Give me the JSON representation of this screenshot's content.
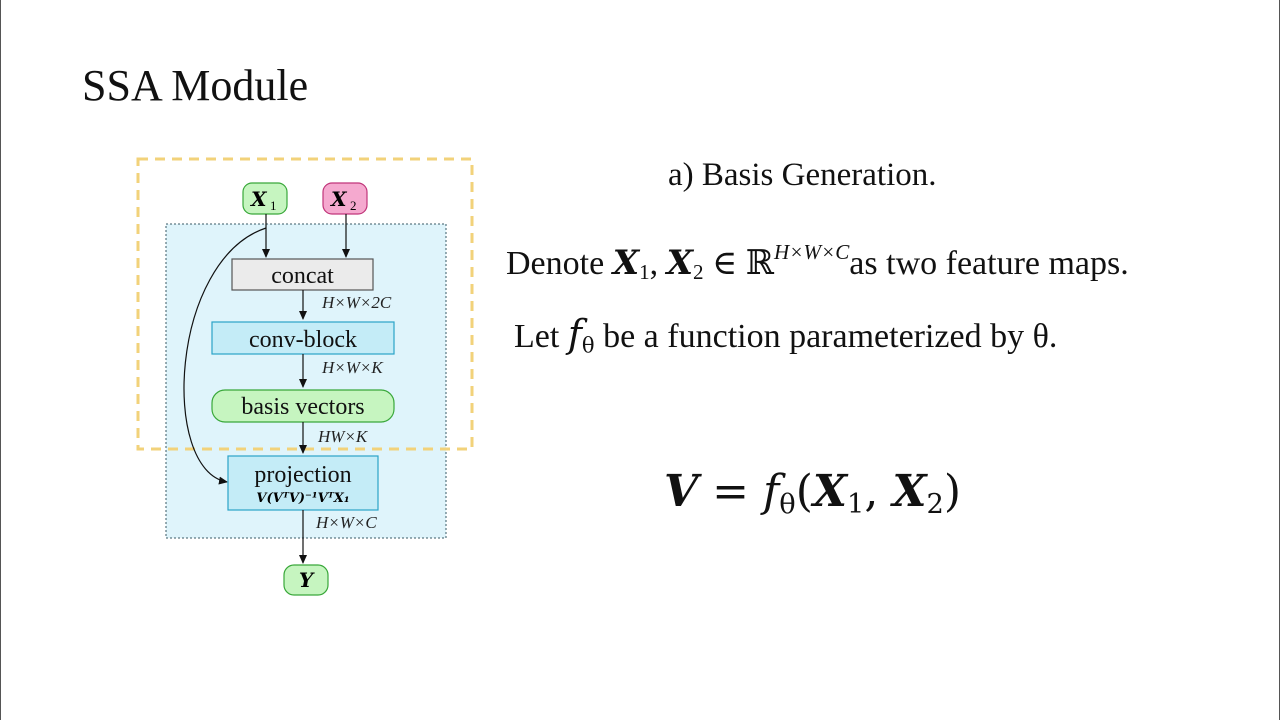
{
  "slide": {
    "title": "SSA Module",
    "section_heading": "a) Basis Generation.",
    "line1": {
      "prefix": "Denote ",
      "var_a": "X",
      "sub_a": "1",
      "comma": ", ",
      "var_b": "X",
      "sub_b": "2",
      "in_symbol": " ∈ ",
      "reals": "ℝ",
      "dims": "H×W×C",
      "suffix": "as two feature maps."
    },
    "line2": {
      "prefix": "Let ",
      "func": "f",
      "func_sub": "θ",
      "suffix": " be a function parameterized by θ."
    },
    "equation": {
      "lhs": "V",
      "equals": " = ",
      "func": "f",
      "func_sub": "θ",
      "open": "(",
      "var_a": "X",
      "sub_a": "1",
      "comma": ", ",
      "var_b": "X",
      "sub_b": "2",
      "close": ")"
    }
  },
  "diagram": {
    "inputs": {
      "x1": {
        "var": "X",
        "sub": "1"
      },
      "x2": {
        "var": "X",
        "sub": "2"
      }
    },
    "nodes": {
      "concat": "concat",
      "conv_block": "conv-block",
      "basis_vectors": "basis vectors",
      "projection": "projection",
      "projection_formula": "V(VᵀV)⁻¹VᵀX₁"
    },
    "dims": {
      "after_concat": "H×W×2C",
      "after_conv": "H×W×K",
      "after_basis": "HW×K",
      "after_projection": "H×W×C"
    },
    "output": {
      "var": "Y"
    }
  },
  "colors": {
    "input_green_fill": "#c6f5c0",
    "input_green_stroke": "#39a83a",
    "input_pink_fill": "#f5a9cf",
    "input_pink_stroke": "#c0357a",
    "module_bg": "#dff4fb",
    "conv_fill": "#c4ecf7",
    "conv_stroke": "#2ba3c8",
    "concat_fill": "#ebebeb",
    "dashed_yellow": "#f2d27a"
  }
}
